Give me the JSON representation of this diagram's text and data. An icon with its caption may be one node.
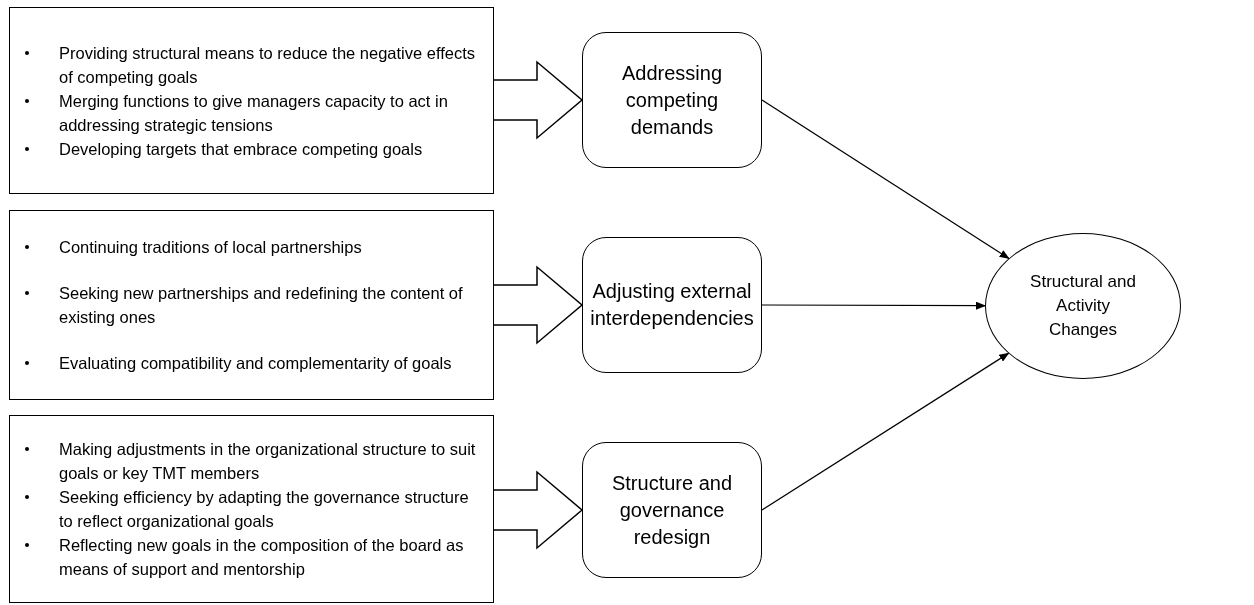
{
  "diagram": {
    "nodes": [
      {
        "text": [
          "Providing structural means to reduce the negative effects of competing goals",
          "Merging functions to give managers capacity to act in addressing strategic tensions",
          "Developing targets that embrace competing goals"
        ]
      },
      {
        "text": [
          "Addressing competing demands"
        ]
      },
      {
        "text": [
          "Continuing traditions of local partnerships",
          "Seeking new partnerships and redefining the content of existing ones",
          "Evaluating compatibility and complementarity of goals"
        ]
      },
      {
        "text": [
          "Adjusting external interdependencies"
        ]
      },
      {
        "text": [
          "Making adjustments in the organizational structure to suit goals or key TMT members",
          "Seeking efficiency by adapting the governance structure to reflect organizational goals",
          "Reflecting new goals in the composition of the board as means of support and mentorship"
        ]
      },
      {
        "text": [
          "Structure and governance redesign"
        ]
      },
      {
        "text": [
          "Structural and Activity Changes"
        ]
      }
    ],
    "edges": [
      {
        "from": 0,
        "to": 1,
        "arrow": "to",
        "style": "thick"
      },
      {
        "from": 2,
        "to": 3,
        "arrow": "to",
        "style": "thick"
      },
      {
        "from": 4,
        "to": 5,
        "arrow": "to",
        "style": "thick"
      },
      {
        "from": 1,
        "to": 6,
        "arrow": "to"
      },
      {
        "from": 3,
        "to": 6,
        "arrow": "to"
      },
      {
        "from": 5,
        "to": 6,
        "arrow": "to"
      }
    ]
  }
}
